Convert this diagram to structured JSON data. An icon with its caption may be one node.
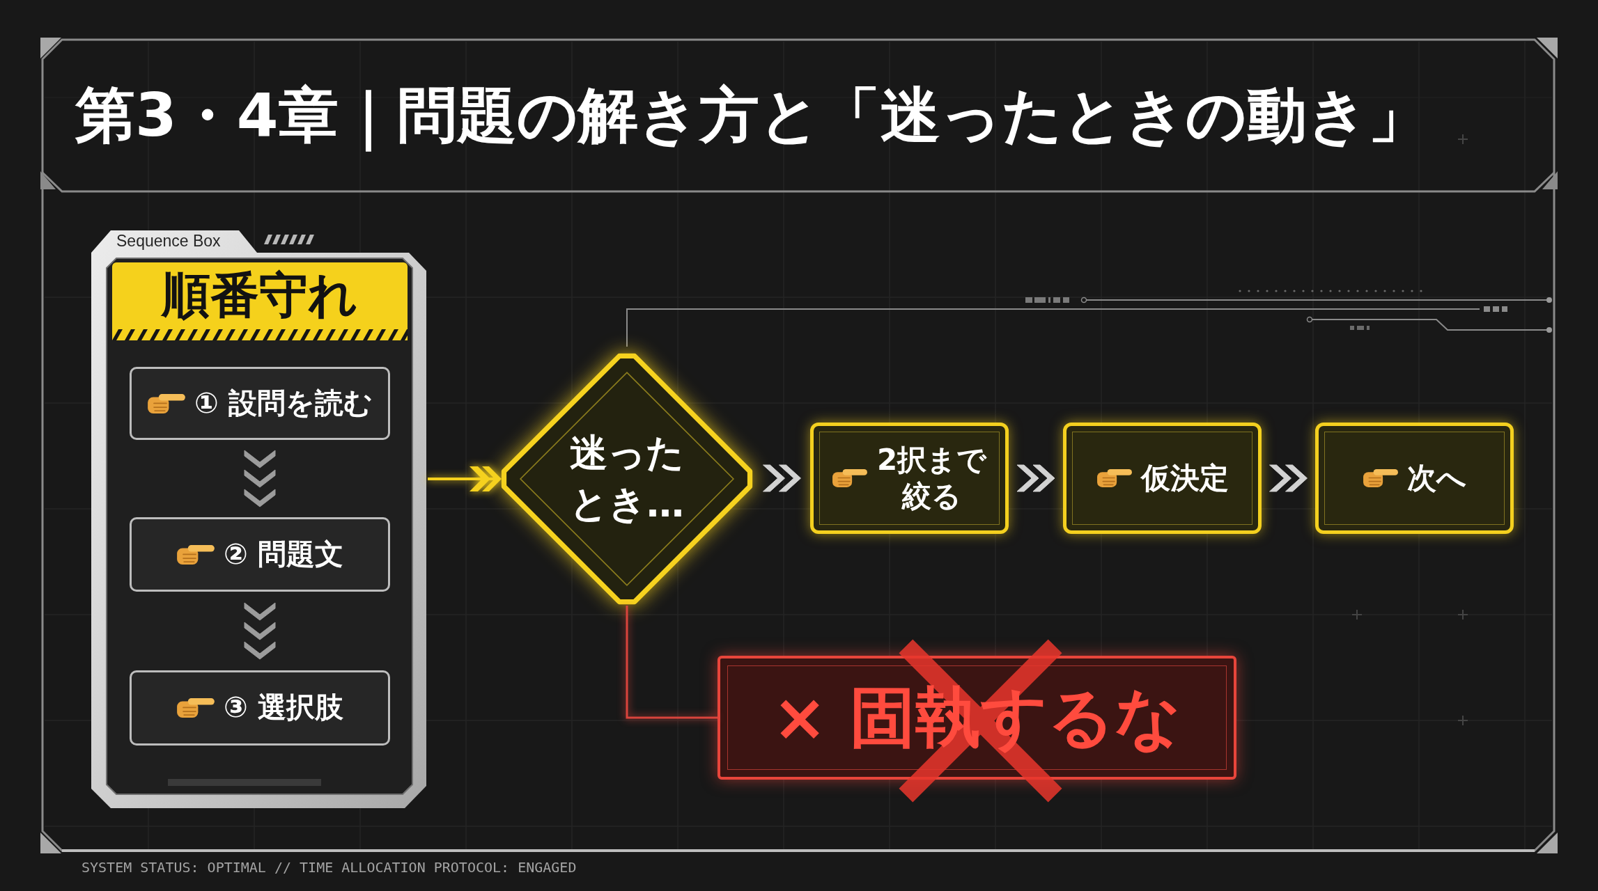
{
  "diagram": {
    "title": "第3・4章｜問題の解き方と「迷ったときの動き」",
    "nodes": [
      {
        "text": [
          "Sequence Box"
        ]
      },
      {
        "text": [
          "順番守れ"
        ],
        "in": 0
      },
      {
        "text": [
          "① 設問を読む"
        ],
        "in": 0
      },
      {
        "text": [
          "② 問題文"
        ],
        "in": 0
      },
      {
        "text": [
          "③ 選択肢"
        ],
        "in": 0
      },
      {
        "text": [
          "迷ったとき…"
        ]
      },
      {
        "text": [
          "2択まで絞る"
        ]
      },
      {
        "text": [
          "仮決定"
        ]
      },
      {
        "text": [
          "次へ"
        ]
      },
      {
        "text": [
          "× 固執するな"
        ]
      }
    ],
    "edges": [
      {
        "from": 0,
        "to": 5,
        "arrow": "to",
        "color": "#f5d11e"
      },
      {
        "from": 2,
        "to": 3,
        "arrow": "to"
      },
      {
        "from": 3,
        "to": 4,
        "arrow": "to"
      },
      {
        "from": 5,
        "to": 6,
        "arrow": "to"
      },
      {
        "from": 6,
        "to": 7,
        "arrow": "to"
      },
      {
        "from": 7,
        "to": 8,
        "arrow": "to"
      },
      {
        "from": 5,
        "to": 9,
        "arrow": "none",
        "color": "#d9443c"
      }
    ],
    "labels": [
      "SYSTEM STATUS: OPTIMAL // TIME ALLOCATION PROTOCOL: ENGAGED"
    ]
  }
}
